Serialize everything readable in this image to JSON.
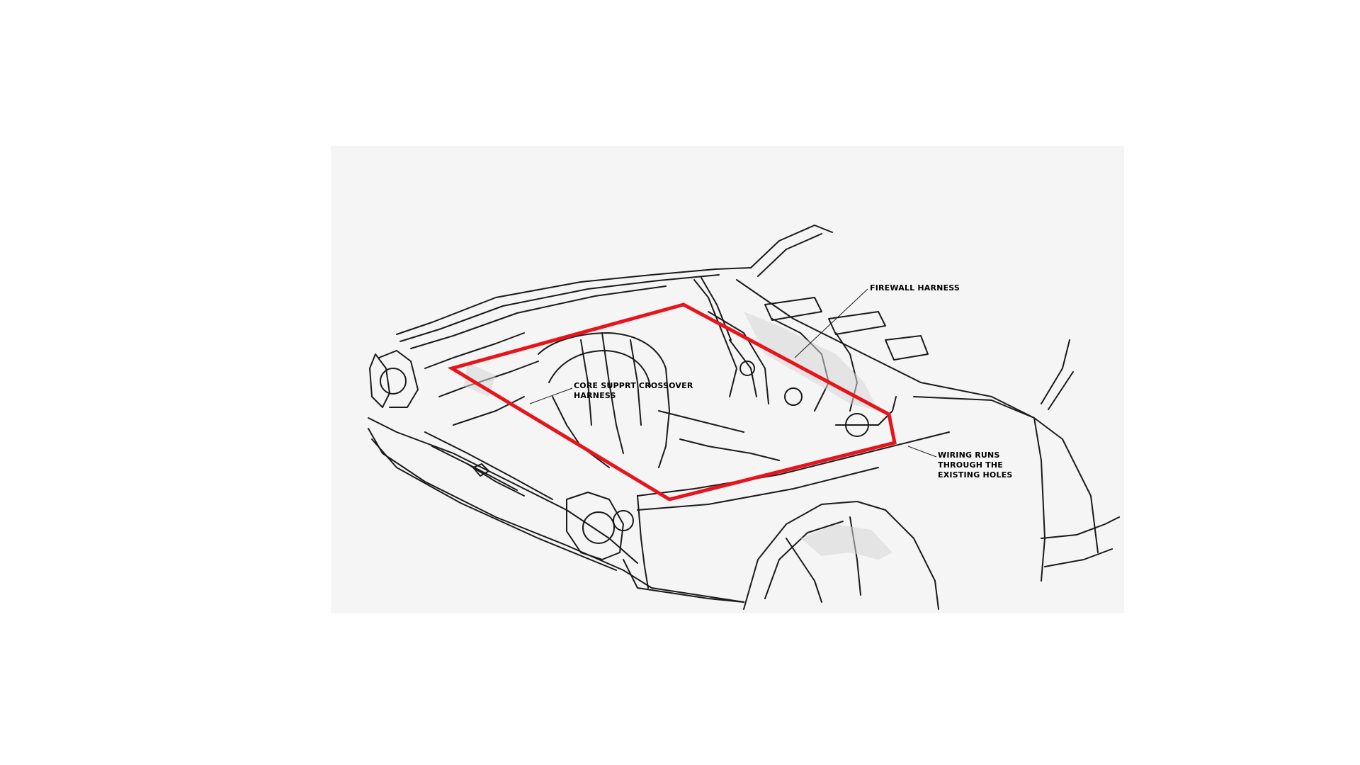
{
  "labels": {
    "firewall_harness": "FIREWALL HARNESS",
    "core_support_crossover_harness": "CORE SUPPRT CROSSOVER\nHARNESS",
    "wiring_runs": "WIRING RUNS\nTHROUGH THE\nEXISTING HOLES"
  },
  "colors": {
    "harness_outline": "#e8141b",
    "line_art": "#1a1a1a",
    "panel_background": "#f5f5f5",
    "shading": "#d6d6d6",
    "page_background": "#ffffff"
  }
}
